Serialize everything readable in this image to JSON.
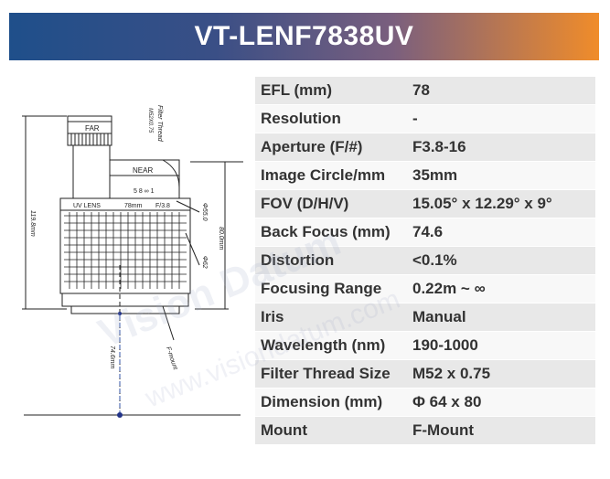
{
  "title": "VT-LENF7838UV",
  "drawing": {
    "far_label": "FAR",
    "near_label": "NEAR",
    "filter_thread_label": "Filter Thread",
    "filter_thread_value": "M52X0.75",
    "lens_label": "UV LENS",
    "lens_focal": "78mm",
    "lens_aperture": "F/3.8",
    "dim_total": "119.8mm",
    "dim_body": "80.0mm",
    "dim_dia_small": "Φ55.0",
    "dim_dia_large": "Φ62",
    "dim_back_focus": "74.6mm",
    "mount_label": "F-mount",
    "scale_marks": "5 8 ∞ 1"
  },
  "watermark": {
    "brand": "Vision Datum",
    "url": "www.visiondatum.com"
  },
  "specs": [
    {
      "label": "EFL (mm)",
      "value": "78"
    },
    {
      "label": "Resolution",
      "value": "-"
    },
    {
      "label": "Aperture (F/#)",
      "value": "F3.8-16"
    },
    {
      "label": "Image Circle/mm",
      "value": "35mm"
    },
    {
      "label": "FOV (D/H/V)",
      "value": "15.05° x 12.29° x 9°"
    },
    {
      "label": "Back Focus (mm)",
      "value": "74.6"
    },
    {
      "label": "Distortion",
      "value": "<0.1%"
    },
    {
      "label": "Focusing Range",
      "value": "0.22m ~ ∞"
    },
    {
      "label": "Iris",
      "value": "Manual"
    },
    {
      "label": "Wavelength (nm)",
      "value": "190-1000"
    },
    {
      "label": "Filter Thread Size",
      "value": "M52 x 0.75"
    },
    {
      "label": "Dimension (mm)",
      "value": "Φ 64 x 80"
    },
    {
      "label": "Mount",
      "value": "F-Mount"
    }
  ]
}
